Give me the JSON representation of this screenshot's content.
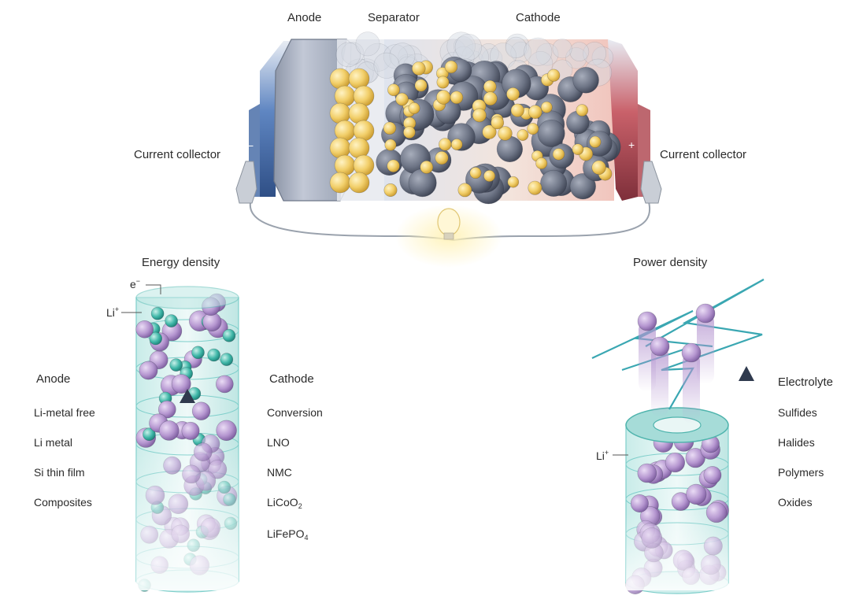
{
  "battery": {
    "anode_label": "Anode",
    "separator_label": "Separator",
    "cathode_label": "Cathode",
    "collector_left_label": "Current collector",
    "collector_right_label": "Current collector",
    "minus_sign": "−",
    "plus_sign": "+"
  },
  "energy": {
    "title": "Energy density",
    "electron_label": "e",
    "electron_sup": "−",
    "lithium_label": "Li",
    "lithium_sup": "+",
    "anode_heading": "Anode",
    "anode_items": [
      "Li-metal free",
      "Li metal",
      "Si thin film",
      "Composites"
    ],
    "cathode_heading": "Cathode",
    "cathode_items": [
      "Conversion",
      "LNO",
      "NMC"
    ],
    "cathode_lco_main": "LiCoO",
    "cathode_lco_sub": "2",
    "cathode_lfp_main": "LiFePO",
    "cathode_lfp_sub": "4"
  },
  "power": {
    "title": "Power density",
    "lithium_label": "Li",
    "lithium_sup": "+",
    "electrolyte_heading": "Electrolyte",
    "electrolyte_items": [
      "Sulfides",
      "Halides",
      "Polymers",
      "Oxides"
    ]
  },
  "colors": {
    "cathode_particle": "#6e7586",
    "lithium_particle": "#f2cf6a",
    "electron_particle": "#3fb7a8",
    "lithium_ion_particle": "#b596d0",
    "cylinder_teal": "#9fdad8",
    "arrow": "#2f3a4e"
  }
}
